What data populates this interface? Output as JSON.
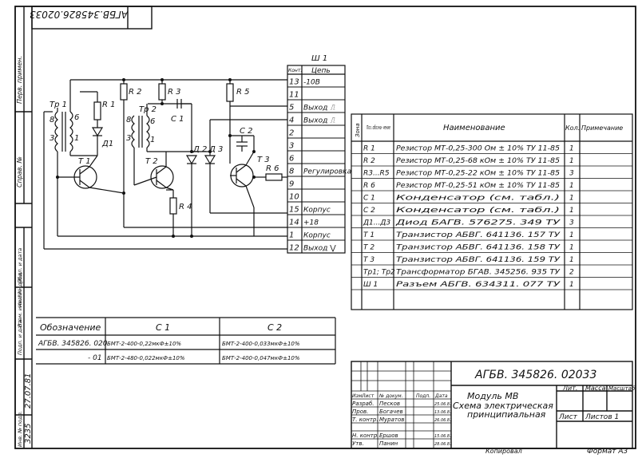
{
  "sheet": {
    "doc_code_rotated": "АГБВ.345826.02033",
    "side_labels": [
      "Перв. примен.",
      "Справ. №",
      "Инв. № подл.",
      "Подп. и дата",
      "Взам. инв. №",
      "Инв. № дубл.",
      "Подп. и дата"
    ],
    "side_values": [
      "3235",
      "27.07.81"
    ]
  },
  "schematic": {
    "labels": [
      "Тр 1",
      "R 1",
      "6",
      "8",
      "3",
      "1",
      "Д1",
      "Т 1",
      "R 2",
      "R 3",
      "Тр 2",
      "С 1",
      "8",
      "6",
      "3",
      "1",
      "Т 2",
      "Д 2",
      "Д 3",
      "R 4",
      "R 5",
      "С 2",
      "Т 3",
      "R 6"
    ]
  },
  "connector": {
    "title": "Ш 1",
    "col_headers": [
      "Конт.",
      "Цепь"
    ],
    "rows": [
      {
        "n": "13",
        "c": "-10В"
      },
      {
        "n": "11",
        "c": ""
      },
      {
        "n": "5",
        "c": "Выход ⎍"
      },
      {
        "n": "4",
        "c": "Выход ⎍"
      },
      {
        "n": "2",
        "c": ""
      },
      {
        "n": "3",
        "c": ""
      },
      {
        "n": "6",
        "c": ""
      },
      {
        "n": "8",
        "c": "Регулировка"
      },
      {
        "n": "9",
        "c": ""
      },
      {
        "n": "10",
        "c": ""
      },
      {
        "n": "15",
        "c": "Корпус"
      },
      {
        "n": "14",
        "c": "+18"
      },
      {
        "n": "1",
        "c": "Корпус"
      },
      {
        "n": "12",
        "c": "Выход ⋁"
      }
    ]
  },
  "parts_list": {
    "headers": [
      "Зона",
      "Поз. обозна- чение",
      "Наименование",
      "Кол.",
      "Примечание"
    ],
    "rows": [
      {
        "pos": "R 1",
        "name": "Резистор МТ-0,25-300 Ом ± 10% ТУ 11-85",
        "qty": "1"
      },
      {
        "pos": "R 2",
        "name": "Резистор МТ-0,25-68 кОм ± 10% ТУ 11-85",
        "qty": "1"
      },
      {
        "pos": "R3...R5",
        "name": "Резистор МТ-0,25-22 кОм ± 10% ТУ 11-85",
        "qty": "3"
      },
      {
        "pos": "R 6",
        "name": "Резистор МТ-0,25-51 кОм ± 10% ТУ 11-85",
        "qty": "1"
      },
      {
        "pos": "С 1",
        "name": "Конденсатор (см. табл.)",
        "qty": "1"
      },
      {
        "pos": "С 2",
        "name": "Конденсатор (см. табл.)",
        "qty": "1"
      },
      {
        "pos": "Д1...Д3",
        "name": "Диод БАГВ. 576275. 349 ТУ",
        "qty": "3"
      },
      {
        "pos": "Т 1",
        "name": "Транзистор АБВГ. 641136. 157 ТУ",
        "qty": "1"
      },
      {
        "pos": "Т 2",
        "name": "Транзистор АБВГ. 641136. 158 ТУ",
        "qty": "1"
      },
      {
        "pos": "Т 3",
        "name": "Транзистор АБВГ. 641136. 159 ТУ",
        "qty": "1"
      },
      {
        "pos": "Тр1; Тр2",
        "name": "Трансформатор БГАВ. 345256. 935 ТУ",
        "qty": "2"
      },
      {
        "pos": "Ш 1",
        "name": "Разъем АБГВ. 634311. 077 ТУ",
        "qty": "1"
      }
    ]
  },
  "variants_table": {
    "headers": [
      "Обозначение",
      "С 1",
      "С 2"
    ],
    "rows": [
      {
        "designation": "АГБВ. 345826. 020",
        "c1": "БМТ-2-400-0,22мкФ±10%",
        "c2": "БМТ-2-400-0,033мкФ±10%"
      },
      {
        "designation": "- 01",
        "c1": "БМТ-2-480-0,022мкФ±10%",
        "c2": "БМТ-2-400-0,047мкФ±10%"
      }
    ]
  },
  "title_block": {
    "code": "АГБВ. 345826. 02033",
    "name_line1": "Модуль МВ",
    "name_line2": "Схема электрическая",
    "name_line3": "принципиальная",
    "col_headers": [
      "Изм.",
      "Лист",
      "№ докум.",
      "Подп.",
      "Дата"
    ],
    "signatures": [
      {
        "role": "Разраб.",
        "name": "Песков",
        "date": "25.06.81"
      },
      {
        "role": "Пров.",
        "name": "Богачев",
        "date": "13.06.81"
      },
      {
        "role": "Т. контр.",
        "name": "Муратов",
        "date": "26.06.81"
      },
      {
        "role": "Н. контр.",
        "name": "Ершов",
        "date": "15.06.81"
      },
      {
        "role": "Утв.",
        "name": "Панин",
        "date": "28.06.81"
      }
    ],
    "lit_header": "Лит.",
    "mass_header": "Масса",
    "scale_header": "Масштаб",
    "sheet_label": "Лист",
    "sheets_label": "Листов 1",
    "copied": "Копировал",
    "format": "Формат А3"
  }
}
